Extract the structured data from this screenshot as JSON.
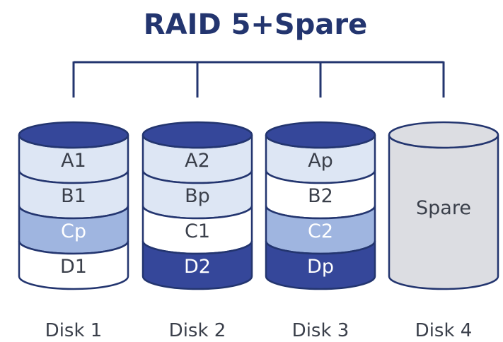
{
  "title": "RAID 5+Spare",
  "colors": {
    "dark": "#35479a",
    "medium": "#9fb5e0",
    "light": "#dde6f4",
    "white": "#ffffff",
    "spare": "#dcdde2",
    "stroke": "#23356f",
    "text_dark": "#3a3f4a"
  },
  "disks": [
    {
      "label": "Disk 1",
      "segments": [
        {
          "text": "A1",
          "style": "light"
        },
        {
          "text": "B1",
          "style": "light"
        },
        {
          "text": "Cp",
          "style": "medium"
        },
        {
          "text": "D1",
          "style": "white"
        }
      ]
    },
    {
      "label": "Disk 2",
      "segments": [
        {
          "text": "A2",
          "style": "light"
        },
        {
          "text": "Bp",
          "style": "light"
        },
        {
          "text": "C1",
          "style": "white"
        },
        {
          "text": "D2",
          "style": "dark"
        }
      ]
    },
    {
      "label": "Disk 3",
      "segments": [
        {
          "text": "Ap",
          "style": "light"
        },
        {
          "text": "B2",
          "style": "white"
        },
        {
          "text": "C2",
          "style": "medium"
        },
        {
          "text": "Dp",
          "style": "dark"
        }
      ]
    },
    {
      "label": "Disk 4",
      "spare": true,
      "spare_label": "Spare"
    }
  ]
}
